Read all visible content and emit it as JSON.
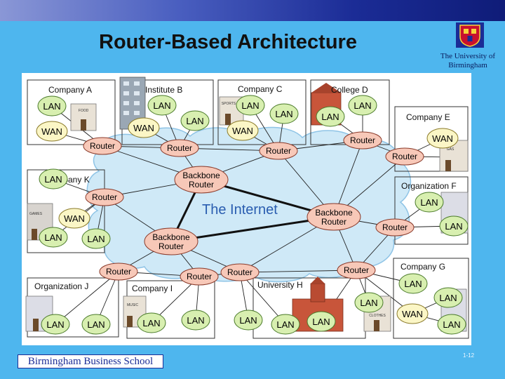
{
  "slide": {
    "title": "Router-Based Architecture",
    "university": [
      "The University of",
      "Birmingham"
    ],
    "footer_logo": "Birmingham Business School",
    "page_number": "1-12"
  },
  "diagram": {
    "cloud_label": "The Internet",
    "organizations": [
      {
        "id": "company_a",
        "label": "Company A"
      },
      {
        "id": "institute_b",
        "label": "Institute B"
      },
      {
        "id": "company_c",
        "label": "Company C"
      },
      {
        "id": "college_d",
        "label": "College D"
      },
      {
        "id": "company_e",
        "label": "Company E"
      },
      {
        "id": "company_k",
        "label": "Company K"
      },
      {
        "id": "organization_f",
        "label": "Organization F"
      },
      {
        "id": "organization_j",
        "label": "Organization J"
      },
      {
        "id": "company_i",
        "label": "Company I"
      },
      {
        "id": "university_h",
        "label": "University H"
      },
      {
        "id": "company_g",
        "label": "Company G"
      }
    ],
    "backbone_routers": [
      "Backbone Router",
      "Backbone Router",
      "Backbone Router"
    ],
    "router_label": "Router",
    "lan_label": "LAN",
    "wan_label": "WAN",
    "building_signs": [
      "FOOD",
      "SPORTS",
      "GAS",
      "GAMES",
      "MUSIC",
      "CLOTHES"
    ],
    "colors": {
      "cloud": "#cfe9f7",
      "router": "#f7c8b8",
      "lan": "#d8efb0",
      "wan": "#fbf6c6",
      "backbone_link": "#111111"
    }
  }
}
